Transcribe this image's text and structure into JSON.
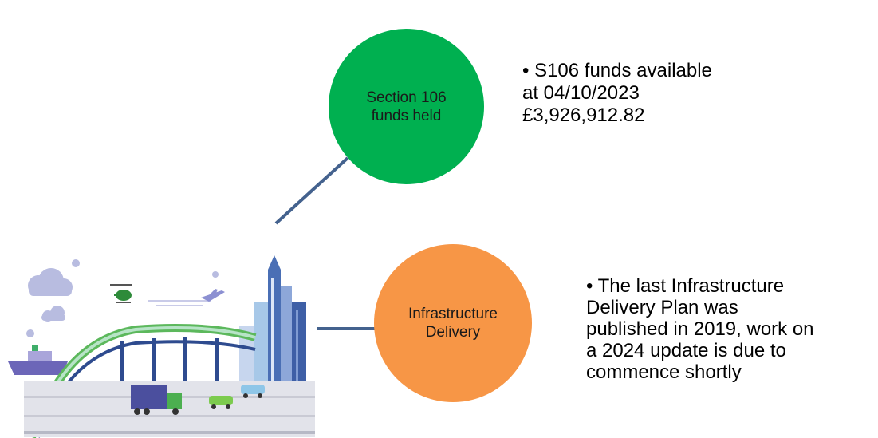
{
  "nodes": [
    {
      "label": "Section 106\nfunds held",
      "color": "#00B050",
      "bullet_text": "• S106 funds available\n   at 04/10/2023\n   £3,926,912.82"
    },
    {
      "label": "Infrastructure\nDelivery",
      "color": "#F79646",
      "bullet_text": "• The last Infrastructure\n  Delivery Plan was\n  published in 2019, work on\n  a 2024 update is due to\n  commence shortly"
    }
  ],
  "connector_color": "#44628E",
  "illustration": {
    "name": "transport-infrastructure-illustration"
  }
}
